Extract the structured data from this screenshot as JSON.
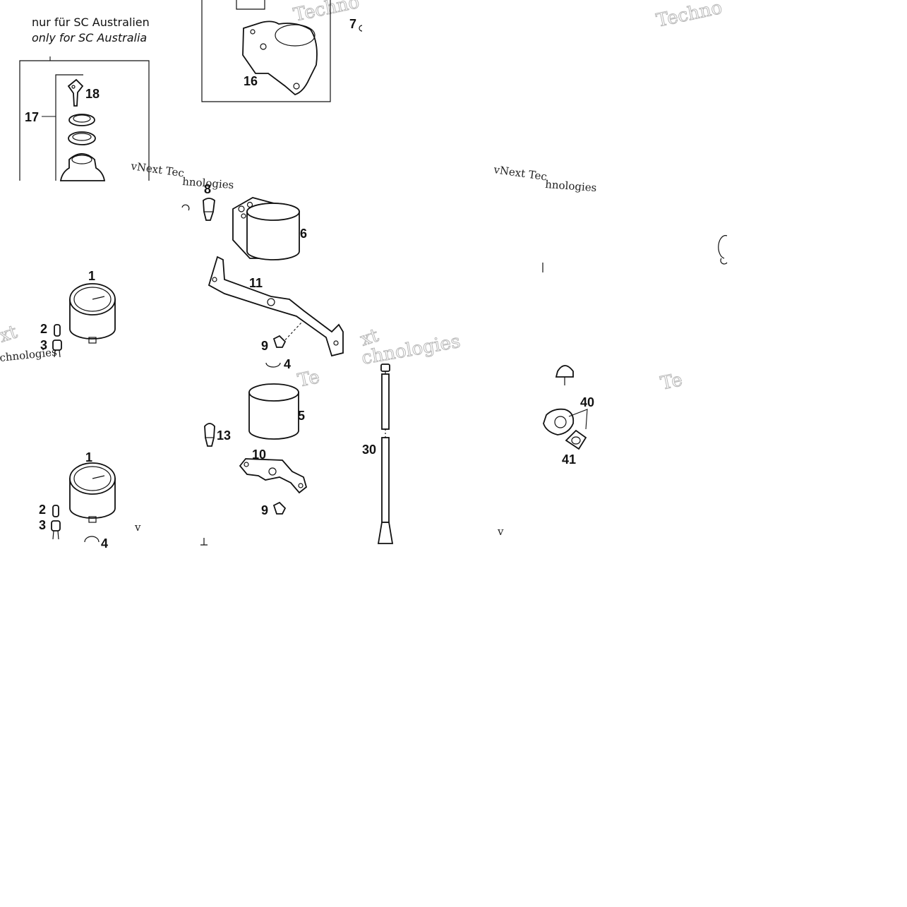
{
  "note": {
    "de": "nur für SC Australien",
    "en": "only for SC Australia"
  },
  "callouts": {
    "c18": "18",
    "c17": "17",
    "c16": "16",
    "c7": "7",
    "c8": "8",
    "c6": "6",
    "c11": "11",
    "c9a": "9",
    "c1a": "1",
    "c2a": "2",
    "c3a": "3",
    "c4a": "4",
    "c5": "5",
    "c13": "13",
    "c10": "10",
    "c9b": "9",
    "c1b": "1",
    "c2b": "2",
    "c3b": "3",
    "c4b": "4",
    "c30": "30",
    "c40": "40",
    "c41": "41"
  },
  "watermarks": {
    "w1": "Techno",
    "w2": "Techno",
    "w3": "vNext Tec",
    "w4": "vNext Tec",
    "w5": "hnologies",
    "w6": "hnologies",
    "w7": "xt",
    "w8": "xt",
    "w9": "chnologies",
    "w10": "chnologies",
    "w11": "Te",
    "w12": "Te",
    "w13": "v",
    "w14": "v"
  }
}
